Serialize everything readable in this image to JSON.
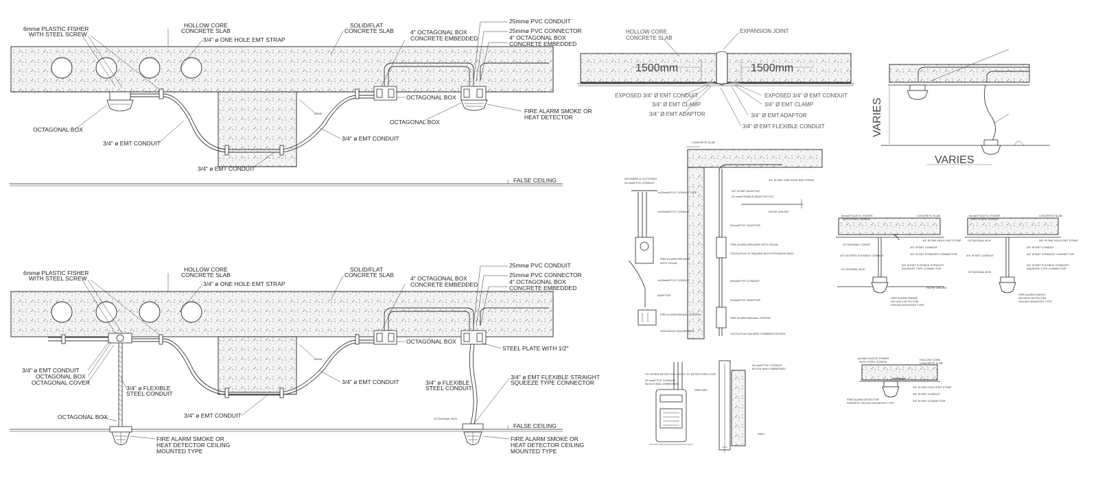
{
  "top_detail": {
    "labels": {
      "fisher": [
        "6mmø PLASTIC FISHER",
        "WITH STEEL SCREW"
      ],
      "hollow_core": [
        "HOLLOW CORE",
        "CONCRETE SLAB"
      ],
      "one_hole_strap": "3/4\" ø ONE HOLE EMT STRAP",
      "solid_slab": [
        "SOLID/FLAT",
        "CONCRETE SLAB"
      ],
      "oct_box_embedded": [
        "4\" OCTAGONAL BOX",
        "CONCRETE EMBEDDED"
      ],
      "pvc_conduit": "25mmø PVC CONDUIT",
      "pvc_connector": "25mmø PVC CONNECTOR",
      "oct_box_embedded_2": [
        "4\" OCTAGONAL BOX",
        "CONCRETE EMBEDDED"
      ],
      "octagonal_box_mid": "OCTAGONAL BOX",
      "octagonal_box_left": "OCTAGONAL BOX",
      "octagonal_box_right": "OCTAGONAL BOX",
      "detector": [
        "FIRE ALARM SMOKE OR",
        "HEAT DETECTOR"
      ],
      "beam": "BEAM",
      "emt_conduit_left": "3/4\" ø EMT CONDUIT",
      "emt_conduit_right": "3/4\" ø EMT CONDUIT",
      "emt_conduit_bottom": "3/4\" ø EMT CONDUIT",
      "false_ceiling": "FALSE CEILING"
    }
  },
  "bottom_detail": {
    "labels": {
      "fisher": [
        "6mmø PLASTIC FISHER",
        "WITH STEEL SCREW"
      ],
      "hollow_core": [
        "HOLLOW CORE",
        "CONCRETE SLAB"
      ],
      "one_hole_strap": "3/4\" ø ONE HOLE EMT STRAP",
      "solid_slab": [
        "SOLID/FLAT",
        "CONCRETE SLAB"
      ],
      "oct_box_embedded": [
        "4\" OCTAGONAL BOX",
        "CONCRETE EMBEDDED"
      ],
      "pvc_conduit": "25mmø PVC CONDUIT",
      "pvc_connector": "25mmø PVC CONNECTOR",
      "oct_box_embedded_2": [
        "4\" OCTAGONAL BOX",
        "CONCRETE EMBEDDED"
      ],
      "octagonal_box_mid": "OCTAGONAL BOX",
      "steel_plate": "STEEL PLATE WITH 1/2\"",
      "emt_conduit_left": "3/4\" ø EMT CONDUIT",
      "octagonal_box_left": "OCTAGONAL BOX",
      "octagonal_cover": "OCTAGONAL COVER",
      "flex_steel": [
        "3/4\" ø FLEXIBLE",
        "STEEL CONDUIT"
      ],
      "flex_steel_right": [
        "3/4\" ø FLEXIBLE",
        "STEEL CONDUIT"
      ],
      "squeeze_connector": [
        "3/4\" ø EMT FLEXIBLE STRAIGHT",
        "SQUEEZE TYPE CONNECTOR"
      ],
      "beam": "BEAM",
      "emt_conduit_right": "3/4\" ø EMT CONDUIT",
      "emt_conduit_bottom": "3/4\" ø EMT CONDUIT",
      "octagonal_box_low": "OCTAGONAL BOX",
      "octagonal_box_small": "OCTAGONAL BOX",
      "false_ceiling": "FALSE CEILING",
      "detector_left": [
        "FIRE ALARM SMOKE OR",
        "HEAT DETECTOR CEILING",
        "MOUNTED TYPE"
      ],
      "detector_right": [
        "FIRE ALARM SMOKE OR",
        "HEAT DETECTOR CEILING",
        "MOUNTED TYPE"
      ]
    }
  },
  "expansion_detail": {
    "labels": {
      "hollow_core": [
        "HOLLOW CORE",
        "CONCRETE SLAB"
      ],
      "expansion_joint": "EXPANSION JOINT",
      "dim_left": "1500mm",
      "dim_right": "1500mm",
      "exposed_left": "EXPOSED 3/4\" Ø EMT CONDUIT",
      "clamp_left": "3/4\" Ø EMT CLAMP",
      "adaptor_left": "3/4\" Ø EMT ADAPTOR",
      "exposed_right": "EXPOSED 3/4\" Ø EMT CONDUIT",
      "clamp_right": "3/4\" Ø EMT CLAMP",
      "adaptor_right": "3/4\" Ø EMT ADAPTOR",
      "flexible": "3/4\" Ø EMT FLEXIBLE CONDUIT"
    }
  },
  "varies_detail": {
    "labels": {
      "varies_v": "VARIES",
      "varies_h": "VARIES"
    }
  }
}
